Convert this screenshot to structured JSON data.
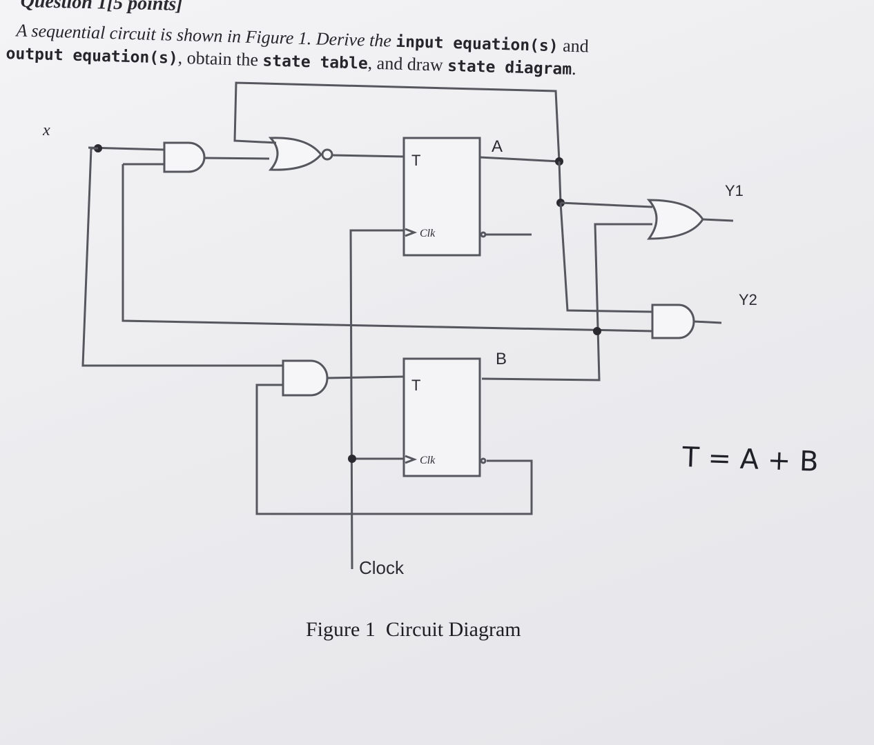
{
  "header": {
    "heading_text": "Question 1[5 points]"
  },
  "question": {
    "part1": "A sequential circuit is shown in Figure 1. Derive the ",
    "bold1": "input equation(s)",
    "part2": " and",
    "bold2": "output equation(s)",
    "part3": ", obtain the ",
    "bold3": "state table",
    "part4": ", and draw ",
    "bold4": "state diagram",
    "part5": "."
  },
  "diagram": {
    "input_label": "x",
    "ff_a": {
      "input_label": "T",
      "clock_label": "Clk",
      "output_label": "A"
    },
    "ff_b": {
      "input_label": "T",
      "clock_label": "Clk",
      "output_label": "B"
    },
    "output1_label": "Y1",
    "output2_label": "Y2",
    "clock_label": "Clock",
    "caption": "Figure 1  Circuit Diagram"
  },
  "annotation": {
    "handwritten_note": "T = A + B"
  },
  "colors": {
    "paper": "#ececef",
    "ink": "#1e1e22",
    "wire": "#55565e"
  }
}
